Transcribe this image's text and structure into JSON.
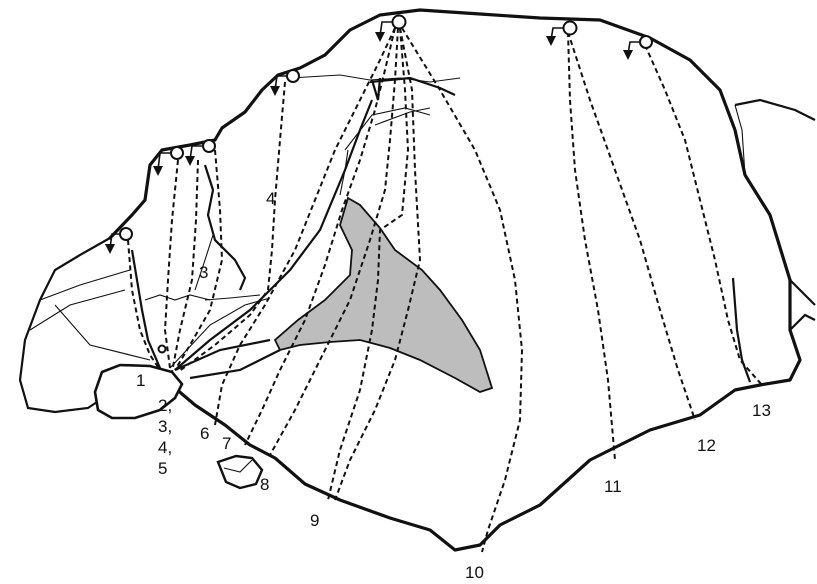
{
  "topo": {
    "route_labels": [
      "1",
      "2,",
      "3,",
      "4,",
      "5",
      "3",
      "4",
      "6",
      "7",
      "8",
      "9",
      "10",
      "11",
      "12",
      "13"
    ],
    "shaded_color": "#bdbdbd",
    "line_color": "#111111"
  }
}
